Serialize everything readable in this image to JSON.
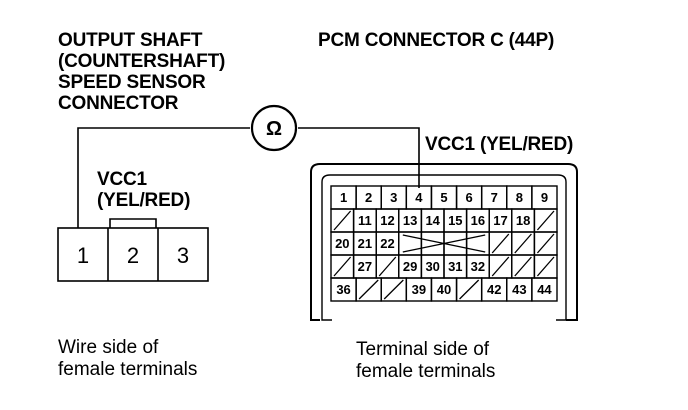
{
  "sensor": {
    "title_lines": [
      "OUTPUT SHAFT",
      "(COUNTERSHAFT)",
      "SPEED SENSOR",
      "CONNECTOR"
    ],
    "vcc_label": "VCC1",
    "wire_color": "(YEL/RED)",
    "pins": [
      "1",
      "2",
      "3"
    ],
    "caption_lines": [
      "Wire side of",
      "female terminals"
    ]
  },
  "pcm": {
    "title": "PCM CONNECTOR C (44P)",
    "vcc_wire_label": "VCC1 (YEL/RED)",
    "caption_lines": [
      "Terminal side of",
      "female terminals"
    ],
    "rows": [
      [
        "1",
        "2",
        "3",
        "4",
        "5",
        "6",
        "7",
        "8",
        "9"
      ],
      [
        "",
        "11",
        "12",
        "13",
        "14",
        "15",
        "16",
        "17",
        "18",
        ""
      ],
      [
        "20",
        "21",
        "22",
        "",
        "",
        "",
        "",
        "",
        "",
        ""
      ],
      [
        "",
        "27",
        "",
        "29",
        "30",
        "31",
        "32",
        "",
        "",
        ""
      ],
      [
        "36",
        "",
        "",
        "39",
        "40",
        "",
        "42",
        "43",
        "44"
      ]
    ]
  },
  "meter": {
    "symbol": "Ω",
    "icon": "ohmmeter-icon"
  }
}
